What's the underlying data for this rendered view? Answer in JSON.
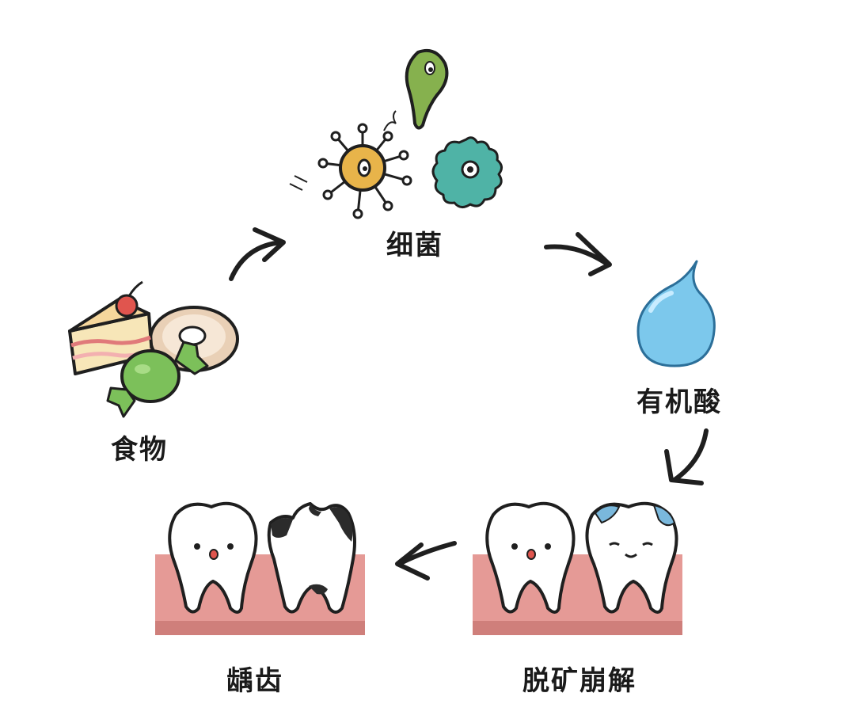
{
  "stages": {
    "food": {
      "label": "食物"
    },
    "bacteria": {
      "label": "细菌"
    },
    "acid": {
      "label": "有机酸"
    },
    "demineralization": {
      "label": "脱矿崩解"
    },
    "caries": {
      "label": "龋齿"
    }
  },
  "colors": {
    "outline": "#1f1f1f",
    "gum": "#e59a96",
    "gum_dark": "#cf7f7b",
    "tooth": "#ffffff",
    "acid_drop": "#7cc8ec",
    "cell_orange": "#e8b44a",
    "virus_teal": "#4fb3a6",
    "bacillus_green": "#86b14e",
    "candy_green": "#7cc05a",
    "cake_pink": "#f3b0b0",
    "cake_yellow": "#f7e6b8",
    "cherry_red": "#e0554e",
    "donut": "#e9d0b6",
    "decay_blue": "#7ab8dc",
    "decay_black": "#2b2b2b"
  },
  "icons": [
    "cake-icon",
    "donut-icon",
    "candy-icon",
    "bacteria-icon",
    "virus-icon",
    "bacillus-icon",
    "acid-drop-icon",
    "healthy-tooth-icon",
    "demineralized-tooth-icon",
    "decayed-tooth-icon",
    "gum-icon",
    "cycle-arrow-icon"
  ]
}
